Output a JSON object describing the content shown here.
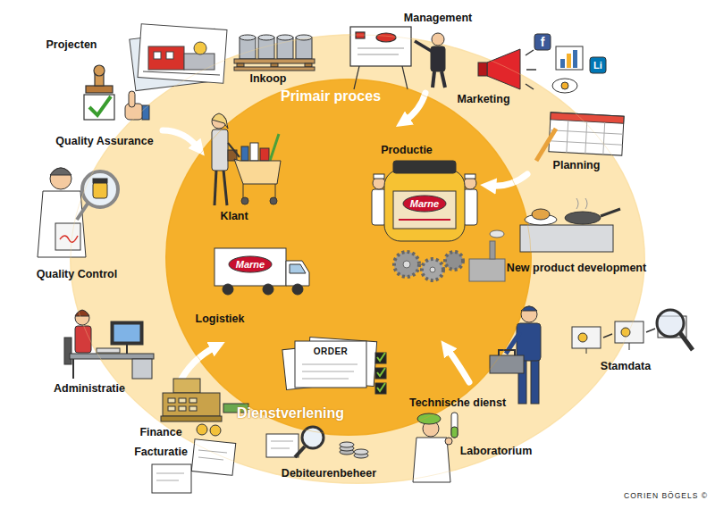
{
  "diagram": {
    "nodes": [
      {
        "text": [
          "Dienstverlening"
        ]
      },
      {
        "text": [
          "Primair proces"
        ],
        "in": 0
      }
    ],
    "labels": [
      "Projecten",
      "Inkoop",
      "Management",
      "Marketing",
      "f",
      "Li",
      "Quality Assurance",
      "Planning",
      "Klant",
      "Productie",
      "Marne",
      "Quality Control",
      "New product development",
      "Logistiek",
      "Marne",
      "ORDER",
      "Stamdata",
      "Administratie",
      "Technische dienst",
      "Finance",
      "Laboratorium",
      "Facturatie",
      "Debiteurenbeheer",
      "CORIEN BÖGELS ©"
    ]
  }
}
